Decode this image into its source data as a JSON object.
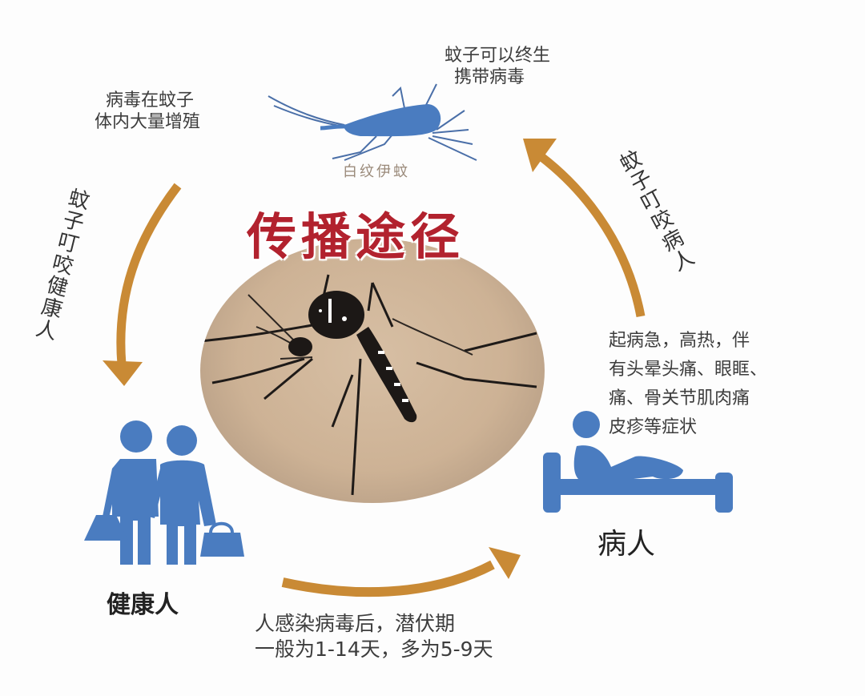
{
  "title": "传播途径",
  "nodes": {
    "mosquito": {
      "species_label": "白纹伊蚊",
      "note_top_right": [
        "蚊子可以终生",
        "携带病毒"
      ],
      "note_top_left": [
        "病毒在蚊子",
        "体内大量增殖"
      ]
    },
    "healthy": {
      "label": "健康人"
    },
    "patient": {
      "label": "病人",
      "symptoms": [
        "起病急，高热，伴",
        "有头晕头痛、眼眶、",
        "痛、骨关节肌肉痛",
        "皮疹等症状"
      ]
    }
  },
  "arrows": {
    "left": {
      "label": "蚊子叮咬健康人",
      "direction": "mosquito-to-healthy"
    },
    "right": {
      "label": "蚊子叮咬病人",
      "direction": "patient-to-mosquito"
    },
    "bottom": {
      "label": [
        "人感染病毒后，潜伏期",
        "一般为1-14天，多为5-9天"
      ],
      "direction": "healthy-to-patient"
    }
  },
  "colors": {
    "title": "#b2222e",
    "arrow": "#c98a35",
    "icon_blue": "#4a7cc0",
    "text": "#3d3d3d"
  }
}
